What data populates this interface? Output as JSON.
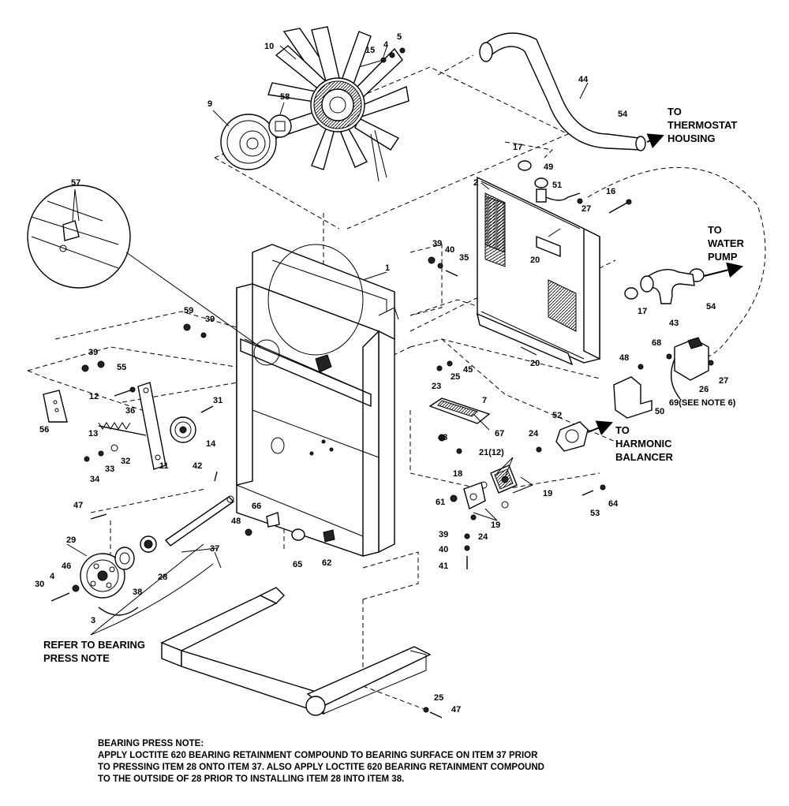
{
  "labels": {
    "fan": "10",
    "fan_washer": "4",
    "fan_bolt": "5",
    "fan_spacer": "15",
    "pulley": "9",
    "hub_spacer": "58",
    "hose_upper": "44",
    "clamp_upper": "54",
    "clamp_top": "17",
    "cap": "49",
    "overflow_tube": "51",
    "radiator": "2",
    "fitting": "16",
    "clamp_27a": "27",
    "frame": "1",
    "detail": "57",
    "b39a": "39",
    "b40a": "40",
    "b35": "35",
    "b20a": "20",
    "b20b": "20",
    "b17b": "17",
    "elbow": "43",
    "clamp54b": "54",
    "b59": "59",
    "b39b": "39",
    "b39c": "39",
    "b55": "55",
    "b56": "56",
    "b12": "12",
    "b36": "36",
    "b13": "13",
    "b11": "11",
    "b14": "14",
    "b31": "31",
    "b34": "34",
    "b33": "33",
    "b32": "32",
    "b42": "42",
    "b23": "23",
    "b25a": "25",
    "b45": "45",
    "b7": "7",
    "b67": "67",
    "b48a": "48",
    "b48b": "48",
    "b68": "68",
    "b26": "26",
    "b27b": "27",
    "b69": "69(SEE NOTE 6)",
    "b50": "50",
    "b52": "52",
    "b24a": "24",
    "b21": "21(12)",
    "b19a": "19",
    "b19b": "19",
    "b18": "18",
    "b61": "61",
    "b24b": "24",
    "b64": "64",
    "b53": "53",
    "b39d": "39",
    "b40b": "40",
    "b41": "41",
    "b47a": "47",
    "b66": "66",
    "b48c": "48",
    "b37": "37",
    "b29": "29",
    "b46": "46",
    "b4b": "4",
    "b30": "30",
    "b38": "38",
    "b28": "28",
    "b3": "3",
    "b65": "65",
    "b62": "62",
    "b25b": "25",
    "b47b": "47"
  },
  "callouts": {
    "thermostat_1": "TO",
    "thermostat_2": "THERMOSTAT",
    "thermostat_3": "HOUSING",
    "water_1": "TO",
    "water_2": "WATER",
    "water_3": "PUMP",
    "harmonic_1": "TO",
    "harmonic_2": "HARMONIC",
    "harmonic_3": "BALANCER",
    "refer_1": "REFER TO BEARING",
    "refer_2": "PRESS NOTE"
  },
  "note": {
    "heading": "BEARING PRESS NOTE:",
    "line1": "APPLY LOCTITE 620 BEARING RETAINMENT COMPOUND TO BEARING SURFACE ON ITEM 37 PRIOR",
    "line2": "TO PRESSING ITEM 28 ONTO ITEM 37. ALSO APPLY LOCTITE 620 BEARING RETAINMENT COMPOUND",
    "line3": "TO THE OUTSIDE OF 28 PRIOR TO INSTALLING ITEM 28 INTO ITEM 38."
  }
}
